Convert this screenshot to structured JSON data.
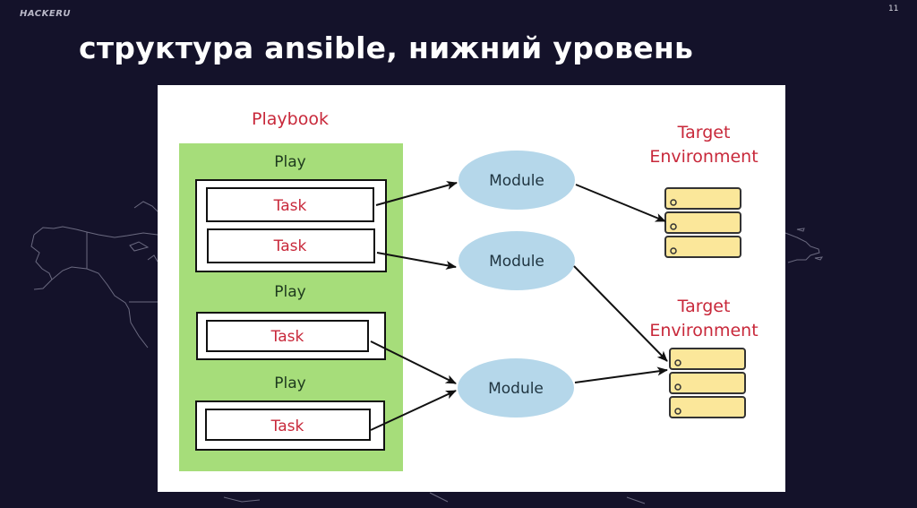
{
  "slide": {
    "logo": "HACKERU",
    "page_number": "11",
    "title": "структура ansible, нижний уровень"
  },
  "diagram": {
    "playbook_label": "Playbook",
    "plays": [
      {
        "label": "Play",
        "tasks": [
          "Task",
          "Task"
        ]
      },
      {
        "label": "Play",
        "tasks": [
          "Task"
        ]
      },
      {
        "label": "Play",
        "tasks": [
          "Task"
        ]
      }
    ],
    "modules": [
      "Module",
      "Module",
      "Module"
    ],
    "targets": [
      {
        "label_line1": "Target",
        "label_line2": "Environment",
        "servers": 3
      },
      {
        "label_line1": "Target",
        "label_line2": "Environment",
        "servers": 3
      }
    ],
    "edges": [
      {
        "from": "play1-task1",
        "to": "module1"
      },
      {
        "from": "play1-task2",
        "to": "module2"
      },
      {
        "from": "play2-task1",
        "to": "module3"
      },
      {
        "from": "play3-task1",
        "to": "module3"
      },
      {
        "from": "module1",
        "to": "target1"
      },
      {
        "from": "module2",
        "to": "target2"
      },
      {
        "from": "module3",
        "to": "target2"
      }
    ],
    "colors": {
      "playbook_bg": "#a6dd7a",
      "label_red": "#c8283a",
      "play_text": "#1e3a1e",
      "module_fill": "#b5d7ea",
      "module_text": "#1f3440",
      "server_fill": "#fbe79a",
      "server_stroke": "#333333"
    }
  }
}
